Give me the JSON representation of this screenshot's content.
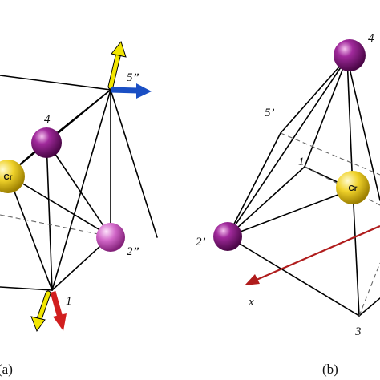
{
  "panels": [
    {
      "id": "a",
      "label": "(a)",
      "center_atom": "Cr",
      "atom_labels": {
        "top": "4",
        "mid": "2”",
        "apex_top": "5”",
        "apex_bottom": "1"
      }
    },
    {
      "id": "b",
      "label": "(b)",
      "center_atom": "Cr",
      "atom_labels": {
        "top": "4",
        "upper_left": "5’",
        "inner": "1",
        "left": "2’",
        "bottom": "3"
      },
      "axis_label": "x"
    }
  ],
  "colors": {
    "bond": "#000000",
    "chromium": "#e3c21a",
    "atom_dark": "#8a1b86",
    "atom_light": "#c25bbb",
    "arrow_yellow": "#f2e600",
    "arrow_blue": "#1a4fc4",
    "arrow_red": "#d11e1e",
    "axis": "#b01c1c"
  }
}
